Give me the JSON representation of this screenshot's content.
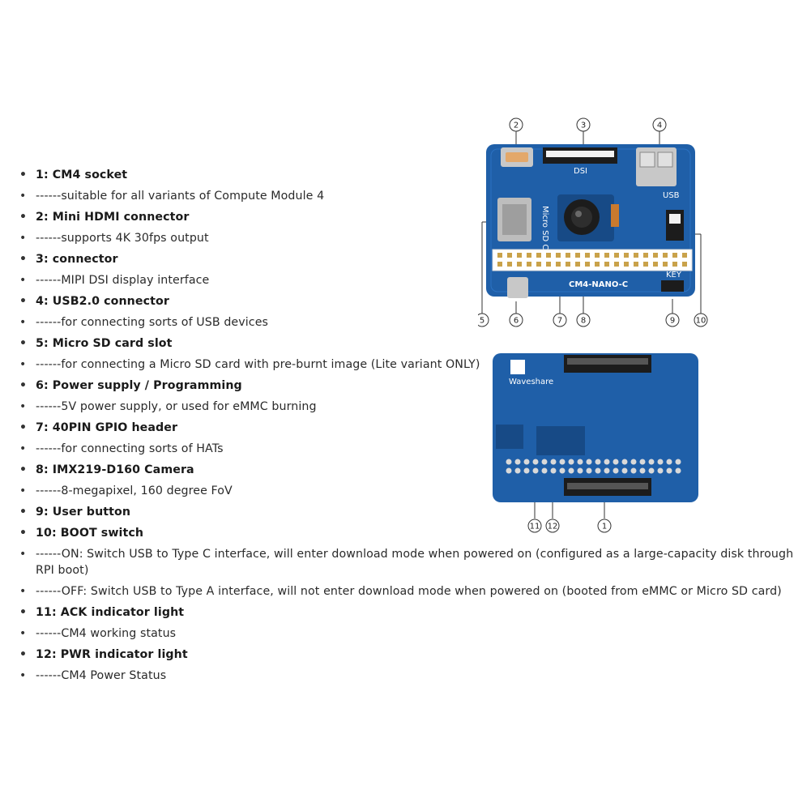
{
  "spec_items": [
    {
      "kind": "head",
      "text": "1: CM4 socket"
    },
    {
      "kind": "desc",
      "text": "------suitable for all variants of Compute Module 4"
    },
    {
      "kind": "head",
      "text": "2: Mini HDMI connector"
    },
    {
      "kind": "desc",
      "text": "------supports 4K 30fps output"
    },
    {
      "kind": "head",
      "text": "3: connector"
    },
    {
      "kind": "desc",
      "text": "------MIPI DSI display interface"
    },
    {
      "kind": "head",
      "text": "4: USB2.0 connector"
    },
    {
      "kind": "desc",
      "text": "------for connecting sorts of USB devices"
    },
    {
      "kind": "head",
      "text": "5: Micro SD card slot"
    },
    {
      "kind": "desc",
      "text": "------for connecting a Micro SD card with pre-burnt image (Lite variant ONLY)"
    },
    {
      "kind": "head",
      "text": "6: Power supply / Programming"
    },
    {
      "kind": "desc",
      "text": "------5V power supply, or used for eMMC burning"
    },
    {
      "kind": "head",
      "text": "7: 40PIN GPIO header"
    },
    {
      "kind": "desc",
      "text": "------for connecting sorts of HATs"
    },
    {
      "kind": "head",
      "text": "8: IMX219-D160 Camera"
    },
    {
      "kind": "desc",
      "text": "------8-megapixel, 160 degree FoV"
    },
    {
      "kind": "head",
      "text": "9: User button"
    },
    {
      "kind": "head",
      "text": "10: BOOT switch"
    },
    {
      "kind": "desc",
      "text": "------ON: Switch USB to Type C interface, will enter download mode when powered on (configured as a large-capacity disk through RPI boot)"
    },
    {
      "kind": "desc",
      "text": "------OFF: Switch USB to Type A interface, will not enter download mode when powered on (booted from eMMC or Micro SD card)"
    },
    {
      "kind": "head",
      "text": "11: ACK indicator light"
    },
    {
      "kind": "desc",
      "text": "------CM4 working status"
    },
    {
      "kind": "head",
      "text": "12: PWR indicator light"
    },
    {
      "kind": "desc",
      "text": "------CM4 Power Status"
    }
  ],
  "top_board": {
    "silkscreen_title": "CM4-NANO-C",
    "dsi_label": "DSI",
    "usb_label": "USB",
    "key_label": "KEY",
    "sd_label": "Micro SD Card",
    "callouts": [
      "2",
      "3",
      "4",
      "5",
      "6",
      "7",
      "8",
      "9",
      "10"
    ]
  },
  "bottom_board": {
    "brand": "Waveshare",
    "callouts": [
      "11",
      "12",
      "1"
    ]
  },
  "colors": {
    "pcb": "#1f5fa8",
    "pcb_dark": "#174a86",
    "header_gold": "#c9a24a",
    "connector_black": "#1c1c1c",
    "metal": "#c8c8c8"
  }
}
